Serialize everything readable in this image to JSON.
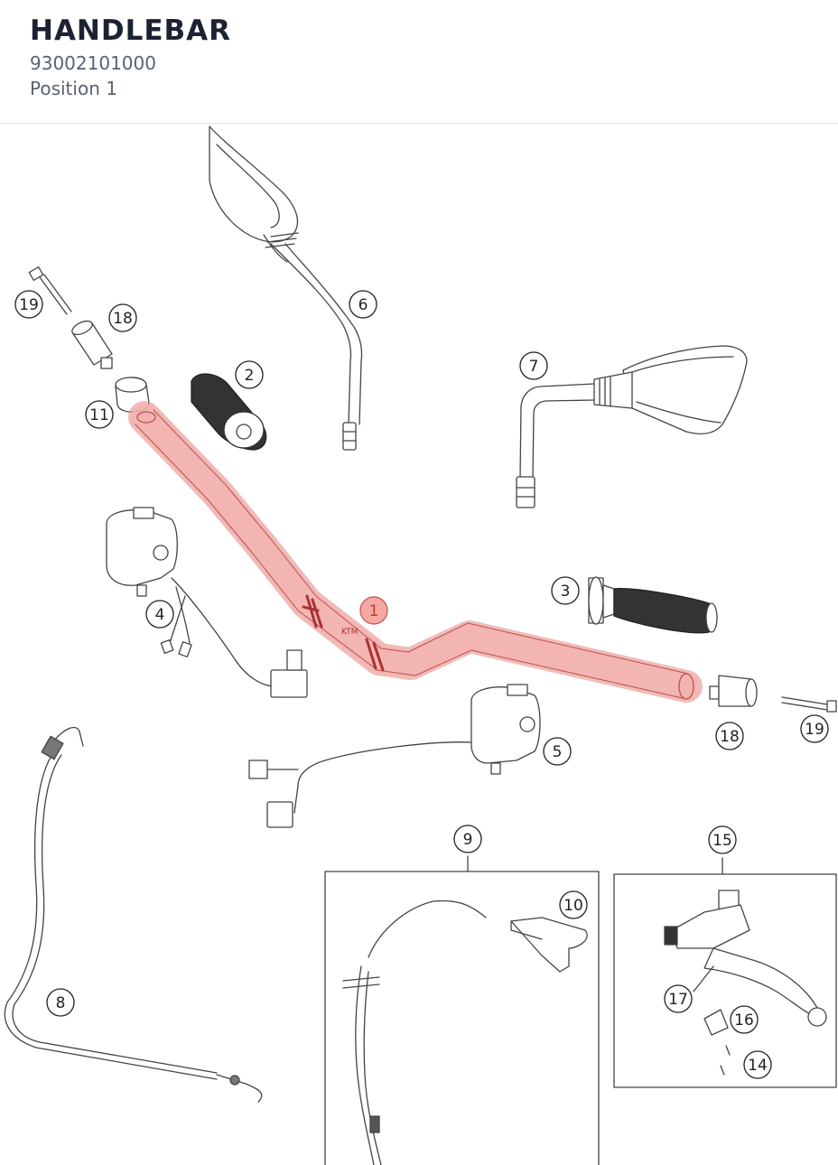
{
  "header": {
    "title": "HANDLEBAR",
    "part_number": "93002101000",
    "position": "Position 1"
  },
  "colors": {
    "highlight": "#f3b3b0",
    "highlight_stroke": "#e58f8a",
    "selected_callout": "#f6a8a4",
    "line": "#444444"
  },
  "callouts": {
    "c1": "1",
    "c2": "2",
    "c3": "3",
    "c4": "4",
    "c5": "5",
    "c6": "6",
    "c7": "7",
    "c8": "8",
    "c9": "9",
    "c10": "10",
    "c11": "11",
    "c14": "14",
    "c15": "15",
    "c16": "16",
    "c17": "17",
    "c18a": "18",
    "c18b": "18",
    "c19a": "19",
    "c19b": "19"
  }
}
